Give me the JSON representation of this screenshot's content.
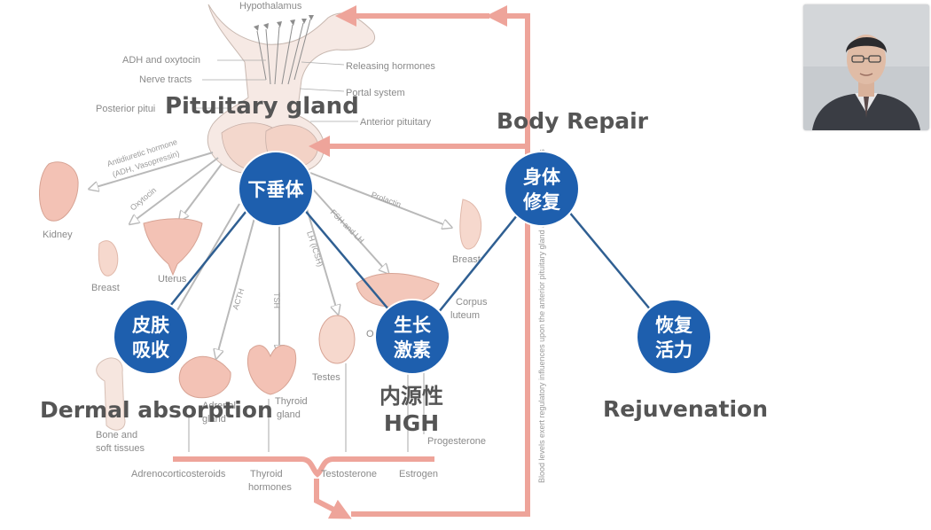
{
  "labels": {
    "hypothalamus": "Hypothalamus",
    "adh_oxytocin": "ADH and oxytocin",
    "nerve_tracts": "Nerve tracts",
    "posterior_pituitary": "Posterior pitui",
    "releasing_hormones": "Releasing hormones",
    "portal_system": "Portal system",
    "anterior_pituitary": "Anterior pituitary",
    "antidiuretic": "Antidiuretic hormone",
    "adh_vasopressin": "(ADH, Vasopressin)",
    "oxytocin": "Oxytocin",
    "prolactin": "Prolactin",
    "fsh_lh": "FSH and LH",
    "lh_icsh": "LH (ICSH)",
    "acth": "ACTH",
    "tsh": "TSH",
    "kidney": "Kidney",
    "breast_left": "Breast",
    "uterus": "Uterus",
    "breast_right": "Breast",
    "corpus": "Corpus",
    "luteum": "luteum",
    "ovary": "O",
    "testes": "Testes",
    "thyroid_gland_1": "Thyroid",
    "thyroid_gland_2": "gland",
    "adrenal_1": "Adrenal",
    "adrenal_2": "gland",
    "bone_1": "Bone and",
    "bone_2": "soft tissues",
    "progesterone": "Progesterone",
    "adrenocorticosteroids": "Adrenocorticosteroids",
    "thyroid_hormones_1": "Thyroid",
    "thyroid_hormones_2": "hormones",
    "testosterone": "Testosterone",
    "estrogen": "Estrogen",
    "vertical_caption": "Blood levels exert regulatory influences upon the anterior pituitary gland and the hypothalamus"
  },
  "headings": {
    "pituitary_gland": "Pituitary gland",
    "body_repair": "Body Repair",
    "dermal_absorption": "Dermal absorption",
    "endogenous_line1": "内源性",
    "endogenous_line2": "HGH",
    "rejuvenation": "Rejuvenation"
  },
  "nodes": {
    "pituitary_line1": "下垂体",
    "skin_line1": "皮肤",
    "skin_line2": "吸收",
    "growth_line1": "生长",
    "growth_line2": "激素",
    "repair_line1": "身体",
    "repair_line2": "修复",
    "rejuv_line1": "恢复",
    "rejuv_line2": "活力"
  },
  "colors": {
    "node_fill": "#1e5fae",
    "edge": "#2f5f92",
    "feedback": "#eea49a",
    "gland": "#f3c2b5"
  }
}
